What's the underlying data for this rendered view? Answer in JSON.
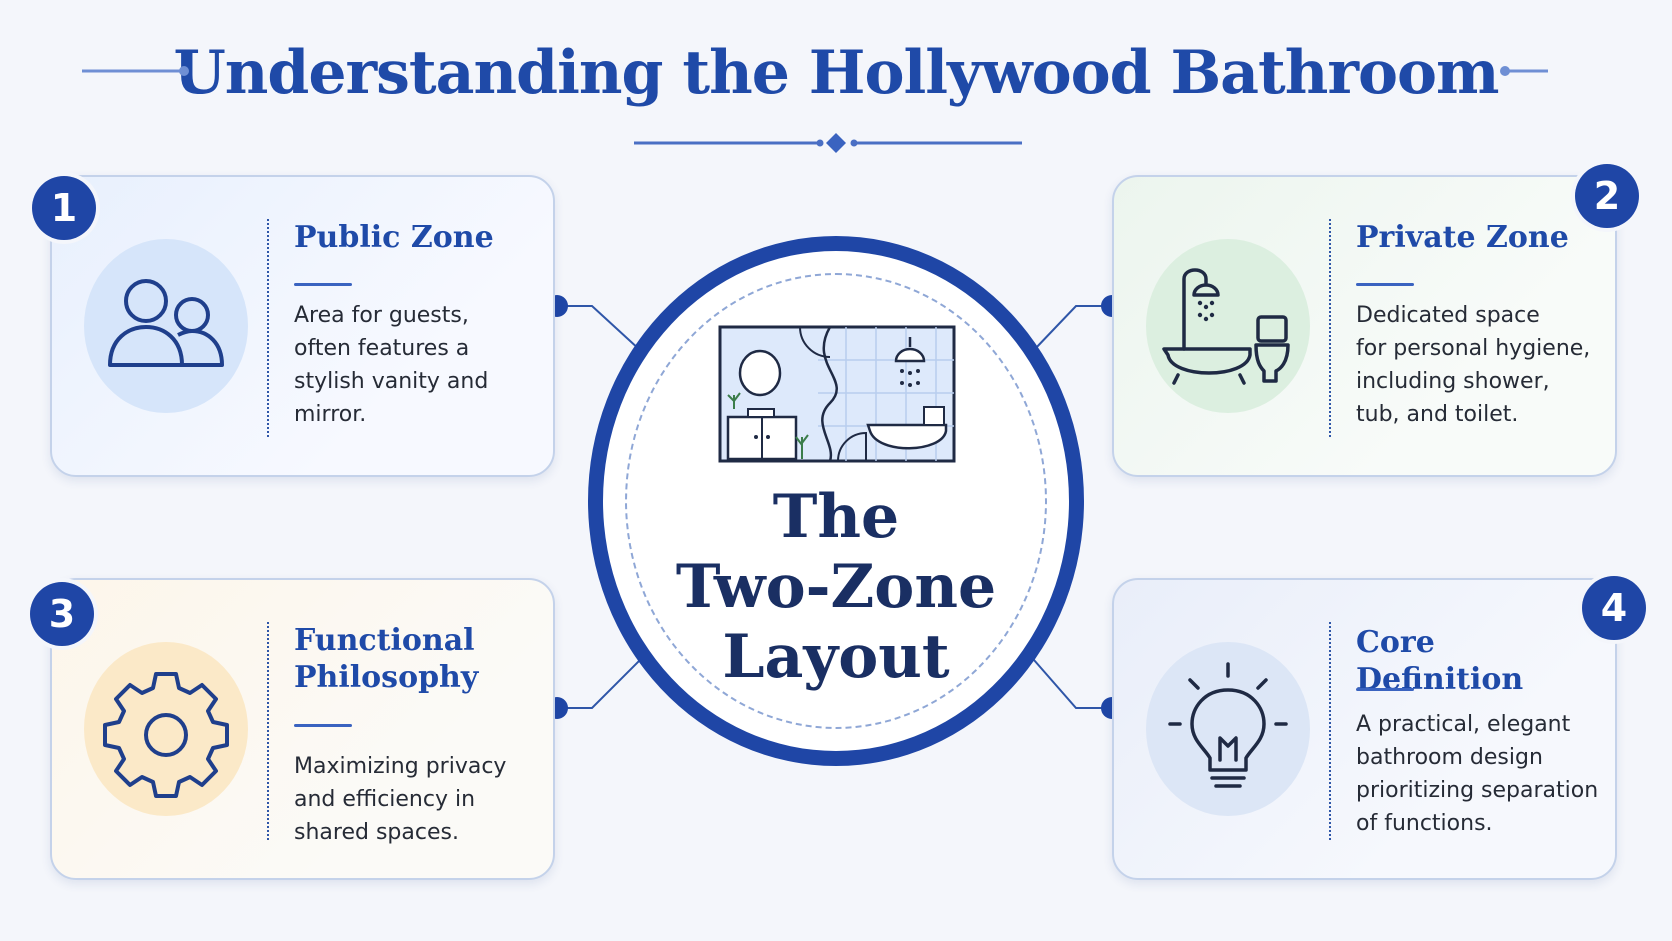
{
  "title": "Understanding the Hollywood Bathroom",
  "center": {
    "lines": [
      "The",
      "Two-Zone",
      "Layout"
    ],
    "icon": "bathroom-floorplan-icon"
  },
  "cards": [
    {
      "number": "1",
      "title_lines": [
        "Public Zone"
      ],
      "body_lines": [
        "Area for guests,",
        "often features a",
        "stylish vanity and",
        "mirror."
      ],
      "icon": "users-icon",
      "accent": "#d6e5fa"
    },
    {
      "number": "2",
      "title_lines": [
        "Private Zone"
      ],
      "body_lines": [
        "Dedicated space",
        "for personal hygiene,",
        "including shower,",
        "tub, and toilet."
      ],
      "icon": "shower-tub-toilet-icon",
      "accent": "#dcefe0"
    },
    {
      "number": "3",
      "title_lines": [
        "Functional",
        "Philosophy"
      ],
      "body_lines": [
        "Maximizing privacy",
        "and efficiency in",
        "shared spaces."
      ],
      "icon": "gear-icon",
      "accent": "#fbe9c8"
    },
    {
      "number": "4",
      "title_lines": [
        "Core Definition"
      ],
      "body_lines": [
        "A practical, elegant",
        "bathroom design",
        "prioritizing separation",
        "of functions."
      ],
      "icon": "lightbulb-icon",
      "accent": "#dce6f6"
    }
  ],
  "colors": {
    "primary": "#1f46a6",
    "title": "#1f4aa8",
    "dark_text": "#1a2f63",
    "line": "#4a6fc4"
  }
}
